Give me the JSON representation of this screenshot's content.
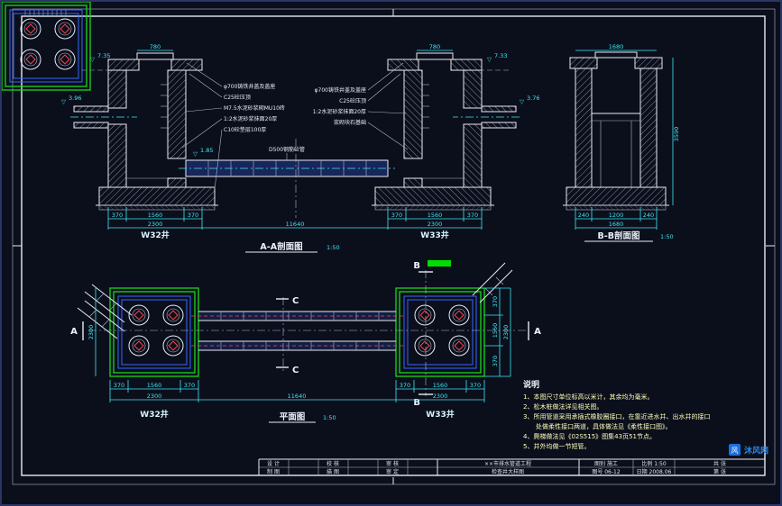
{
  "colors": {
    "background": "#0b0f1c",
    "sheet_line": "#e8eaf2",
    "dimension_cyan": "#3fe6f2",
    "plan_green": "#16d916",
    "highlight_green": "#00dd00",
    "pipe_blue": "#3a66ff",
    "valve_red": "#ff4646",
    "note_yellow": "#ffffb8",
    "logo_blue": "#2f86e8"
  },
  "views": {
    "aa": {
      "title": "A-A剖面图",
      "scale": "1:50"
    },
    "bb": {
      "title": "B-B剖面图",
      "scale": "1:50"
    },
    "plan": {
      "title": "平面图",
      "scale": "1:50"
    }
  },
  "wells": {
    "w32": "W32井",
    "w33": "W33井"
  },
  "markers": {
    "a": "A",
    "b": "B",
    "c": "C"
  },
  "annotations": {
    "left": [
      "φ700铸铁井盖及盖座",
      "C25砼压顶",
      "M7.5水泥砂浆砌MU10砖",
      "1:2水泥砂浆抹面20厚",
      "C10砼垫层100厚"
    ],
    "right": [
      "φ700铸铁井盖及盖座",
      "C25砼压顶",
      "1:2水泥砂浆抹面20厚",
      "浆砌块石基础"
    ],
    "pipe": "D500钢筋砼管"
  },
  "elevations": {
    "e1": "7.35",
    "e2": "7.33",
    "e3": "3.96",
    "e4": "3.76",
    "e5": "1.85"
  },
  "dims": {
    "w370": "370",
    "w1560": "1560",
    "w2300": "2300",
    "span": "11640",
    "b240": "240",
    "b1200": "1200",
    "b1680": "1680",
    "bb_height": "3590",
    "cover": "780"
  },
  "notes": {
    "title": "说明",
    "lines": [
      "1、本图尺寸单位标高以米计，其余均为毫米。",
      "2、松木桩做法详见相关图。",
      "3、所用管道采用承插式橡胶圈接口，在靠近进水井、出水井的接口",
      "　　处做柔性接口两道，具体做法见《柔性接口图》。",
      "4、爬梯做法见《02S515》图集43页51节点。",
      "5、井外均做一节短管。"
    ]
  },
  "titleblock": {
    "c1": "设 计",
    "c2": "校 核",
    "c3": "审 核",
    "c4": "制 图",
    "c5": "描 图",
    "c6": "审 定",
    "project": "××市排水管道工程",
    "drawing": "检查井大样图",
    "type": "图别 施工",
    "no": "图号 06-12",
    "scale": "比例 1:50",
    "date": "日期 2008.06",
    "total": "共  张",
    "page": "第  张"
  },
  "logo": {
    "mark": "风",
    "text": "沐风网"
  }
}
